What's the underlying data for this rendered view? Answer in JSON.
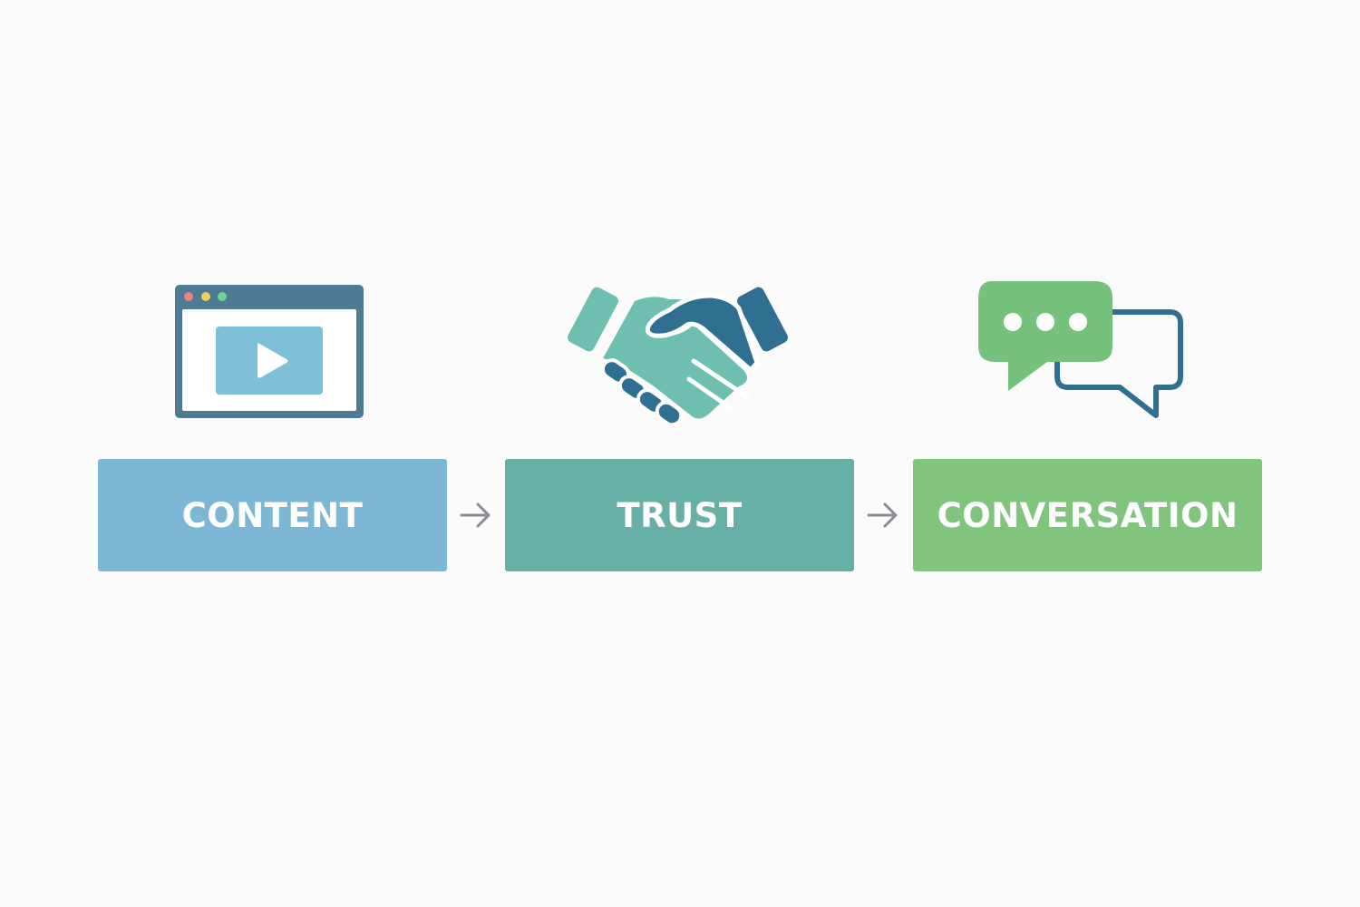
{
  "steps": [
    {
      "label": "CONTENT",
      "icon": "browser-video-icon",
      "color": "#7cb8d5"
    },
    {
      "label": "TRUST",
      "icon": "handshake-icon",
      "color": "#67b0a6"
    },
    {
      "label": "CONVERSATION",
      "icon": "chat-bubbles-icon",
      "color": "#80c47e"
    }
  ],
  "connector": {
    "icon": "arrow-right-icon",
    "color": "#8a8b93"
  }
}
